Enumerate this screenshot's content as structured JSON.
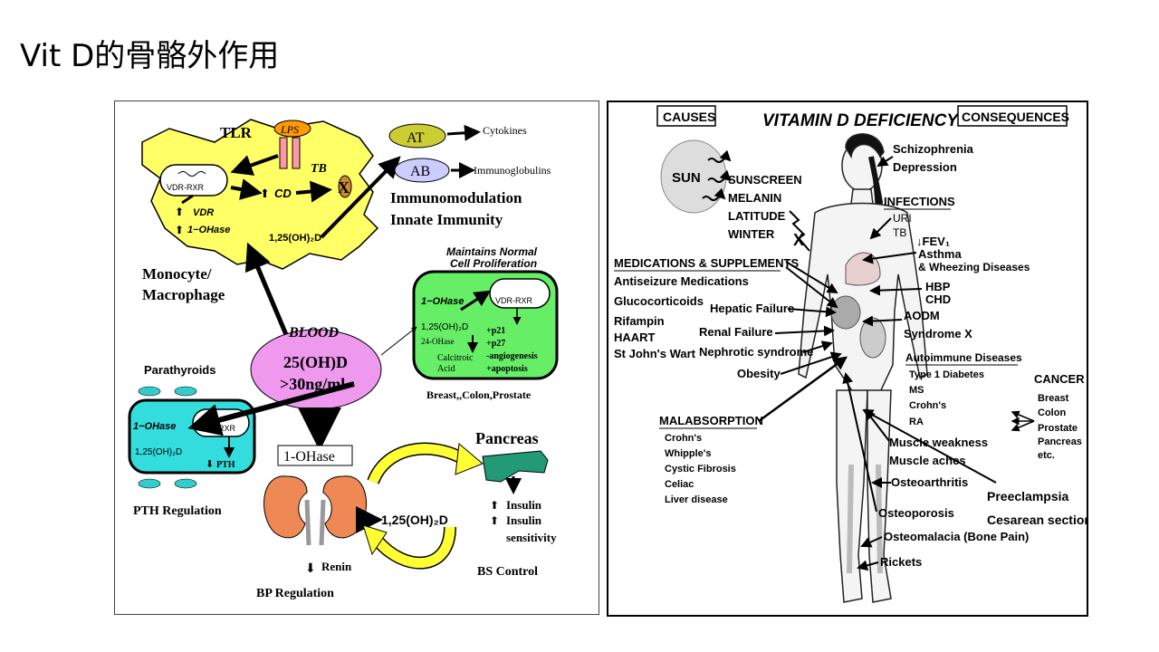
{
  "slide": {
    "title": "Vit D的骨骼外作用"
  },
  "left": {
    "tlr": "TLR",
    "lps": "LPS",
    "tb": "TB",
    "x_mark": "X",
    "vdr_rxr": "VDR-RXR",
    "cd": "CD",
    "vdr": "VDR",
    "ohase": "1−OHase",
    "calcitriol": "1,25(OH)₂D",
    "monocyte": [
      "Monocyte/",
      "Macrophage"
    ],
    "at": "AT",
    "ab": "AB",
    "cytokines": "Cytokines",
    "immunoglobulins": "Immunoglobulins",
    "immuno": [
      "Immunomodulation",
      "Innate Immunity"
    ],
    "blood": "BLOOD",
    "blood_level": [
      "25(OH)D",
      ">30ng/ml"
    ],
    "maintains": [
      "Maintains Normal",
      "Cell Proliferation"
    ],
    "cell_ohase": "1−OHase",
    "cell_vdr": "VDR-RXR",
    "cell_125": "1,25(OH)₂D",
    "cell_24": "24-OHase",
    "calcitroic": [
      "Calcitroic",
      "Acid"
    ],
    "cell_effects": [
      "+p21",
      "+p27",
      "-angiogenesis",
      "+apoptosis"
    ],
    "cancers": "Breast,,Colon,Prostate",
    "parathyroids": "Parathyroids",
    "pth_ohase": "1−OHase",
    "pth_vdr": "VDR-RXR",
    "pth_125": "1,25(OH)₂D",
    "pth": "PTH",
    "pth_reg": "PTH Regulation",
    "kidney_ohase": "1-OHase",
    "kidney_125": "1,25(OH)₂D",
    "pancreas": "Pancreas",
    "insulin": [
      "Insulin",
      "Insulin",
      "sensitivity"
    ],
    "bs_control": "BS Control",
    "renin": "Renin",
    "bp_reg": "BP Regulation"
  },
  "right": {
    "causes": "CAUSES",
    "title": "VITAMIN D DEFICIENCY",
    "consequences": "CONSEQUENCES",
    "sun": "SUN",
    "sun_causes": [
      "SUNSCREEN",
      "MELANIN",
      "LATITUDE",
      "WINTER"
    ],
    "meds_title": "MEDICATIONS & SUPPLEMENTS",
    "meds": [
      "Antiseizure Medications",
      "Glucocorticoids",
      "Rifampin",
      "HAART",
      "St John's Wart"
    ],
    "organ_causes": [
      "Hepatic Failure",
      "Renal  Failure",
      "Nephrotic syndrome",
      "Obesity"
    ],
    "malabs_title": "MALABSORPTION",
    "malabs": [
      "Crohn's",
      "Whipple's",
      "Cystic Fibrosis",
      "Celiac",
      "Liver disease"
    ],
    "psych": [
      "Schizophrenia",
      "Depression"
    ],
    "infections": "INFECTIONS",
    "infection_items": [
      "URI",
      "TB"
    ],
    "fev": "↓FEV₁",
    "asthma": [
      "Asthma",
      "& Wheezing Diseases"
    ],
    "cv": [
      "HBP",
      "CHD"
    ],
    "metabolic": [
      "AODM",
      "Syndrome X"
    ],
    "autoimmune_title": "Autoimmune Diseases",
    "autoimmune": [
      "Type 1 Diabetes",
      "MS",
      "Crohn's",
      "RA"
    ],
    "cancer_title": "CANCER",
    "cancer": [
      "Breast",
      "Colon",
      "Prostate",
      "Pancreas",
      "etc."
    ],
    "muscle": [
      "Muscle weakness",
      "Muscle aches"
    ],
    "bone": [
      "Osteoarthritis",
      "Osteoporosis",
      "Osteomalacia (Bone Pain)",
      "Rickets"
    ],
    "pregnancy": [
      "Preeclampsia",
      "Cesarean section"
    ]
  }
}
